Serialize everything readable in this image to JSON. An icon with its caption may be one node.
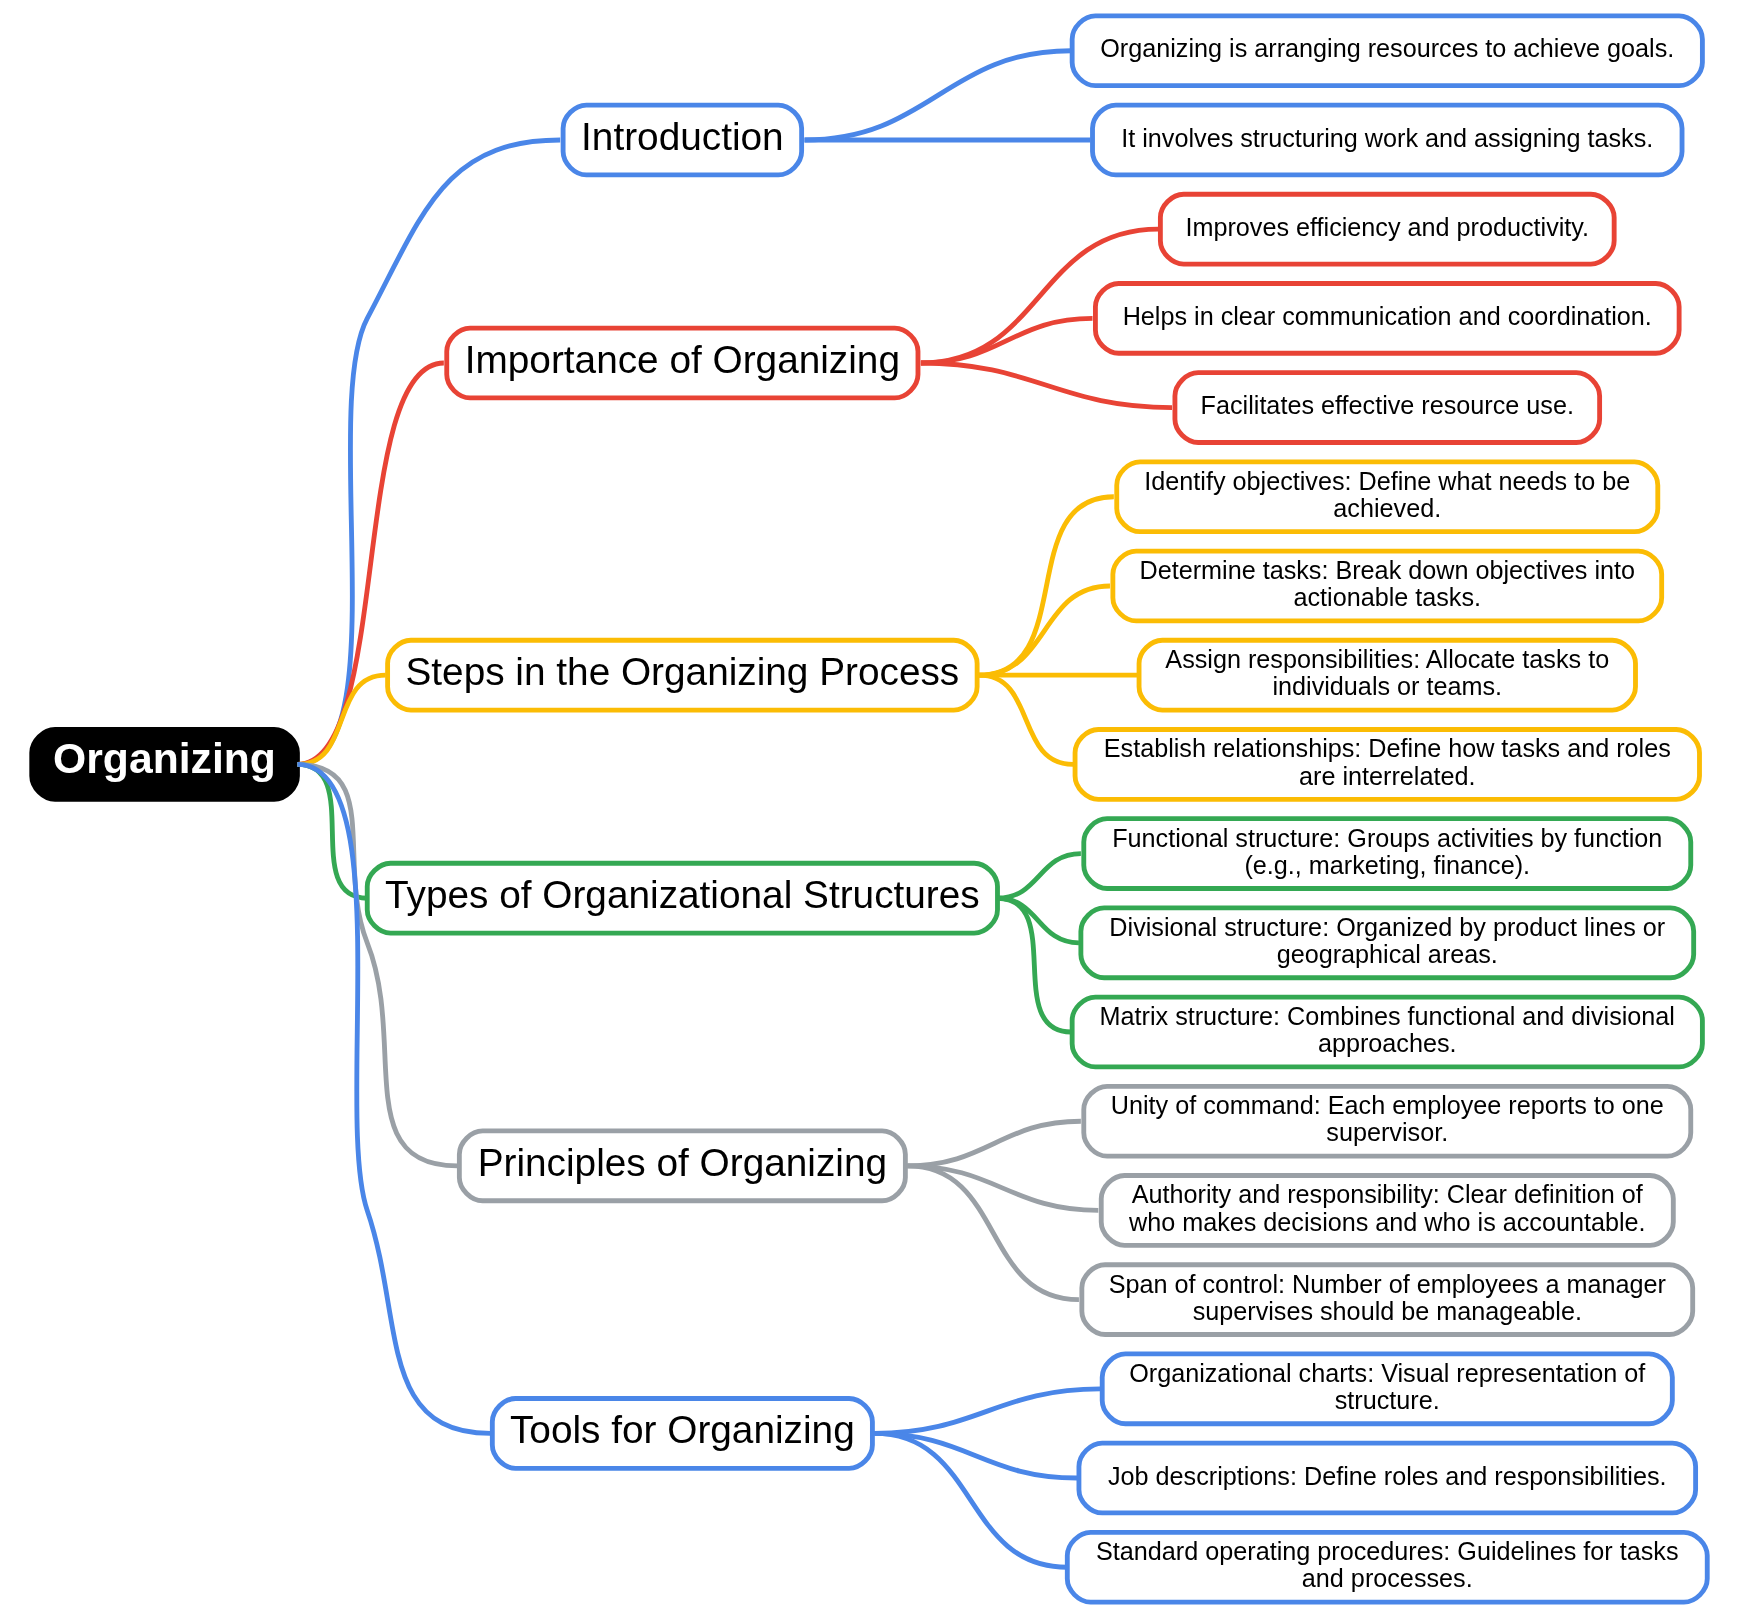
{
  "diagram": {
    "nodes": [
      {
        "text": [
          "Organizing"
        ]
      },
      {
        "text": [
          "Introduction"
        ]
      },
      {
        "text": [
          "Organizing is arranging resources to achieve goals."
        ]
      },
      {
        "text": [
          "It involves structuring work and assigning tasks."
        ]
      },
      {
        "text": [
          "Importance of Organizing"
        ]
      },
      {
        "text": [
          "Improves efficiency and productivity."
        ]
      },
      {
        "text": [
          "Helps in clear communication and coordination."
        ]
      },
      {
        "text": [
          "Facilitates effective resource use."
        ]
      },
      {
        "text": [
          "Steps in the Organizing Process"
        ]
      },
      {
        "text": [
          "Identify objectives: Define what needs to be achieved."
        ]
      },
      {
        "text": [
          "Determine tasks: Break down objectives into actionable tasks."
        ]
      },
      {
        "text": [
          "Assign responsibilities: Allocate tasks to individuals or teams."
        ]
      },
      {
        "text": [
          "Establish relationships: Define how tasks and roles are interrelated."
        ]
      },
      {
        "text": [
          "Types of Organizational Structures"
        ]
      },
      {
        "text": [
          "Functional structure: Groups activities by function (e.g., marketing, finance)."
        ]
      },
      {
        "text": [
          "Divisional structure: Organized by product lines or geographical areas."
        ]
      },
      {
        "text": [
          "Matrix structure: Combines functional and divisional approaches."
        ]
      },
      {
        "text": [
          "Principles of Organizing"
        ]
      },
      {
        "text": [
          "Unity of command: Each employee reports to one supervisor."
        ]
      },
      {
        "text": [
          "Authority and responsibility: Clear definition of who makes decisions and who is accountable."
        ]
      },
      {
        "text": [
          "Span of control: Number of employees a manager supervises should be manageable."
        ]
      },
      {
        "text": [
          "Tools for Organizing"
        ]
      },
      {
        "text": [
          "Organizational charts: Visual representation of structure."
        ]
      },
      {
        "text": [
          "Job descriptions: Define roles and responsibilities."
        ]
      },
      {
        "text": [
          "Standard operating procedures: Guidelines for tasks and processes."
        ]
      }
    ],
    "edges": [
      {
        "from": 0,
        "to": 1,
        "arrow": "none"
      },
      {
        "from": 1,
        "to": 2,
        "arrow": "none"
      },
      {
        "from": 1,
        "to": 3,
        "arrow": "none"
      },
      {
        "from": 0,
        "to": 4,
        "arrow": "none",
        "color": "#e84335"
      },
      {
        "from": 4,
        "to": 5,
        "arrow": "none",
        "color": "#e84335"
      },
      {
        "from": 4,
        "to": 6,
        "arrow": "none",
        "color": "#e84335"
      },
      {
        "from": 4,
        "to": 7,
        "arrow": "none",
        "color": "#e84335"
      },
      {
        "from": 0,
        "to": 8,
        "arrow": "none",
        "color": "#fbbc04"
      },
      {
        "from": 8,
        "to": 9,
        "arrow": "none",
        "color": "#fbbc04"
      },
      {
        "from": 8,
        "to": 10,
        "arrow": "none",
        "color": "#fbbc04"
      },
      {
        "from": 8,
        "to": 11,
        "arrow": "none",
        "color": "#fbbc04"
      },
      {
        "from": 8,
        "to": 12,
        "arrow": "none",
        "color": "#fbbc04"
      },
      {
        "from": 0,
        "to": 13,
        "arrow": "none",
        "color": "#34a853"
      },
      {
        "from": 13,
        "to": 14,
        "arrow": "none",
        "color": "#34a853"
      },
      {
        "from": 13,
        "to": 15,
        "arrow": "none",
        "color": "#34a853"
      },
      {
        "from": 13,
        "to": 16,
        "arrow": "none",
        "color": "#34a853"
      },
      {
        "from": 0,
        "to": 17,
        "arrow": "none",
        "color": "#9aa0a6"
      },
      {
        "from": 17,
        "to": 18,
        "arrow": "none",
        "color": "#9aa0a6"
      },
      {
        "from": 17,
        "to": 19,
        "arrow": "none",
        "color": "#9aa0a6"
      },
      {
        "from": 17,
        "to": 20,
        "arrow": "none",
        "color": "#9aa0a6"
      },
      {
        "from": 0,
        "to": 21,
        "arrow": "none"
      },
      {
        "from": 21,
        "to": 22,
        "arrow": "none"
      },
      {
        "from": 21,
        "to": 23,
        "arrow": "none"
      },
      {
        "from": 21,
        "to": 24,
        "arrow": "none"
      }
    ]
  }
}
